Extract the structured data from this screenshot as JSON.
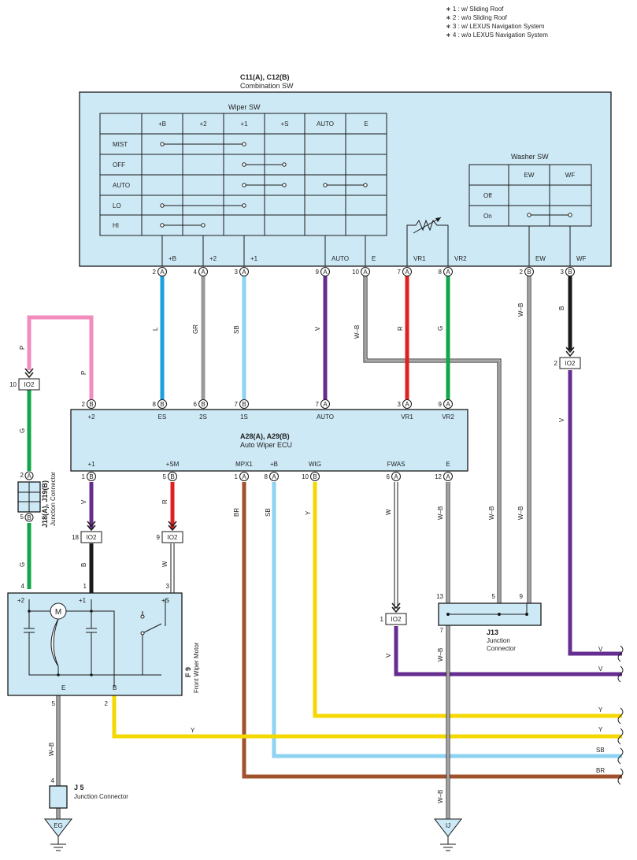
{
  "notes": [
    "∗ 1 : w/ Sliding Roof",
    "∗ 2 : w/o Sliding Roof",
    "∗ 3 : w/ LEXUS Navigation System",
    "∗ 4 : w/o LEXUS Navigation System"
  ],
  "combination_sw": {
    "code": "C11(A), C12(B)",
    "name": "Combination SW",
    "wiper_title": "Wiper SW",
    "wiper_cols": [
      "+B",
      "+2",
      "+1",
      "+S",
      "AUTO",
      "E"
    ],
    "wiper_rows": [
      "MIST",
      "OFF",
      "AUTO",
      "LO",
      "HI"
    ],
    "washer_title": "Washer SW",
    "washer_cols": [
      "EW",
      "WF"
    ],
    "washer_rows": [
      "Off",
      "On"
    ],
    "terms": [
      "+B",
      "+2",
      "+1",
      "AUTO",
      "E",
      "VR1",
      "VR2",
      "EW",
      "WF"
    ],
    "pins": [
      "2",
      "4",
      "3",
      "9",
      "10",
      "7",
      "8",
      "2",
      "3"
    ],
    "conn": [
      "A",
      "A",
      "A",
      "A",
      "A",
      "A",
      "A",
      "B",
      "B"
    ]
  },
  "ecu": {
    "code": "A28(A), A29(B)",
    "name": "Auto Wiper ECU",
    "top_terms": [
      "+2",
      "ES",
      "2S",
      "1S",
      "AUTO",
      "VR1",
      "VR2"
    ],
    "top_pins": [
      "2",
      "8",
      "6",
      "7",
      "7",
      "3",
      "9"
    ],
    "top_conn": [
      "B",
      "B",
      "B",
      "B",
      "A",
      "A",
      "A"
    ],
    "bot_terms": [
      "+1",
      "+SM",
      "MPX1",
      "+B",
      "WIG",
      "FWAS",
      "E"
    ],
    "bot_pins": [
      "1",
      "5",
      "1",
      "8",
      "10",
      "6",
      "12"
    ],
    "bot_conn": [
      "B",
      "B",
      "A",
      "A",
      "B",
      "A",
      "A"
    ]
  },
  "wires": {
    "L": "L",
    "GR": "GR",
    "SB": "SB",
    "V": "V",
    "R": "R",
    "G": "G",
    "WB": "W–B",
    "B": "B",
    "P": "P",
    "BR": "BR",
    "Y": "Y",
    "W": "W"
  },
  "io2": "IO2",
  "io2_pins": [
    "10",
    "2",
    "18",
    "9",
    "1"
  ],
  "j18": {
    "code": "J18(A), J19(B)",
    "name": "Junction Connector",
    "pins": [
      "2",
      "5"
    ],
    "conn": [
      "A",
      "B"
    ]
  },
  "motor": {
    "code": "F 9",
    "name": "Front Wiper Motor",
    "terms": [
      "+2",
      "+1",
      "+S",
      "E",
      "B"
    ],
    "pins": [
      "4",
      "1",
      "3",
      "5",
      "2"
    ],
    "m": "M"
  },
  "j13": {
    "code": "J13",
    "name": "Junction Connector",
    "pins": [
      "13",
      "5",
      "9",
      "7"
    ]
  },
  "j5": {
    "code": "J 5",
    "name": "Junction Connector",
    "pin": "4"
  },
  "grounds": [
    "EG",
    "IJ"
  ],
  "right_labels": [
    "V",
    "V",
    "Y",
    "Y",
    "SB",
    "BR"
  ],
  "colors": {
    "L": "#1aa0dc",
    "GR": "#999999",
    "SB": "#8ed3f2",
    "V": "#662d91",
    "R": "#e02020",
    "G": "#13a54a",
    "B": "#1a1a1a",
    "P": "#f28cbc",
    "BR": "#a0522d",
    "Y": "#f5d800",
    "W": "#ffffff",
    "box": "#cde9f6"
  }
}
